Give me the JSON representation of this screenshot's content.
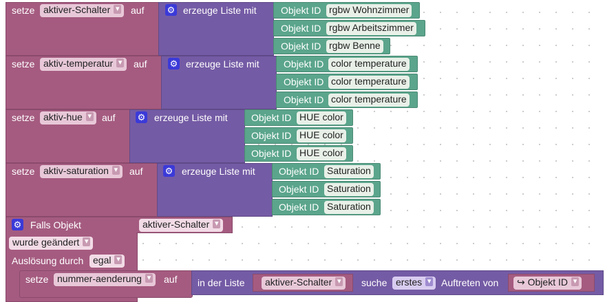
{
  "workspace": {
    "rows": [
      {
        "set_label": "setze",
        "variable": "aktiver-Schalter",
        "to_label": "auf",
        "list_label": "erzeuge Liste mit",
        "items": [
          {
            "label": "Objekt ID",
            "value": "rgbw Wohnzimmer"
          },
          {
            "label": "Objekt ID",
            "value": "rgbw Arbeitszimmer"
          },
          {
            "label": "Objekt ID",
            "value": "rgbw Benne"
          }
        ]
      },
      {
        "set_label": "setze",
        "variable": "aktiv-temperatur",
        "to_label": "auf",
        "list_label": "erzeuge Liste mit",
        "items": [
          {
            "label": "Objekt ID",
            "value": "color temperature"
          },
          {
            "label": "Objekt ID",
            "value": "color temperature"
          },
          {
            "label": "Objekt ID",
            "value": "color temperature"
          }
        ]
      },
      {
        "set_label": "setze",
        "variable": "aktiv-hue",
        "to_label": "auf",
        "list_label": "erzeuge Liste mit",
        "items": [
          {
            "label": "Objekt ID",
            "value": "HUE color"
          },
          {
            "label": "Objekt ID",
            "value": "HUE color"
          },
          {
            "label": "Objekt ID",
            "value": "HUE color"
          }
        ]
      },
      {
        "set_label": "setze",
        "variable": "aktiv-saturation",
        "to_label": "auf",
        "list_label": "erzeuge Liste mit",
        "items": [
          {
            "label": "Objekt ID",
            "value": "Saturation"
          },
          {
            "label": "Objekt ID",
            "value": "Saturation"
          },
          {
            "label": "Objekt ID",
            "value": "Saturation"
          }
        ]
      }
    ],
    "trigger": {
      "title": "Falls Objekt",
      "object_var": "aktiver-Schalter",
      "changed_option": "wurde geändert",
      "trigger_label": "Auslösung durch",
      "trigger_option": "egal",
      "inner": {
        "set_label": "setze",
        "variable": "nummer-aenderung",
        "to_label": "auf",
        "in_list_label": "in der Liste",
        "list_var": "aktiver-Schalter",
        "find_label": "suche",
        "find_option": "erstes",
        "occurrence_label": "Auftreten von",
        "object_id_label": "Objekt ID",
        "object_id_icon": "↪"
      }
    }
  },
  "colors": {
    "variables": "#a55b80",
    "lists": "#745ba5",
    "objects": "#5ba58c",
    "gear": "#3b3ad8"
  }
}
